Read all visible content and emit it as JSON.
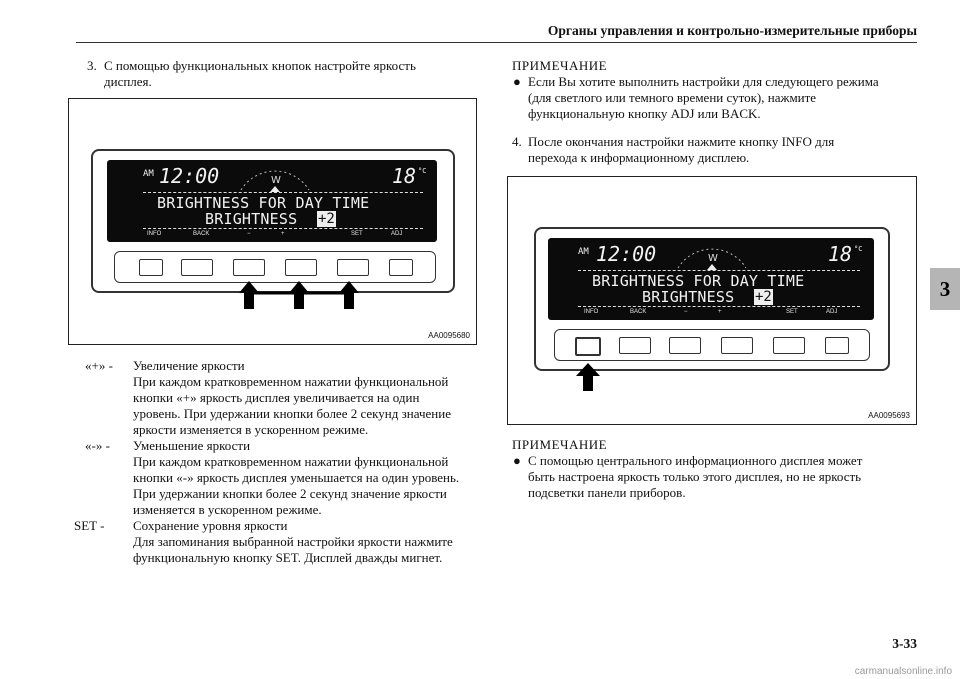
{
  "header": {
    "title": "Органы управления и контрольно-измерительные приборы"
  },
  "chapter_tab": "3",
  "left": {
    "step3_num": "3.",
    "step3_line1": "С помощью функциональных кнопок настройте яркость",
    "step3_line2": "дисплея.",
    "defs": [
      {
        "term": "«+» -",
        "lines": [
          "Увеличение яркости",
          "При каждом кратковременном нажатии функциональной",
          "кнопки «+» яркость дисплея увеличивается на один",
          "уровень. При удержании кнопки более 2 секунд значение",
          "яркости изменяется в ускоренном режиме."
        ]
      },
      {
        "term": "«-» -",
        "lines": [
          "Уменьшение яркости",
          "При каждом кратковременном нажатии функциональной",
          "кнопки «-» яркость дисплея уменьшается на один уровень.",
          "При удержании кнопки более 2 секунд значение яркости",
          "изменяется в ускоренном режиме."
        ]
      },
      {
        "term": "SET -",
        "lines": [
          "Сохранение уровня яркости",
          "Для запоминания выбранной настройки яркости нажмите",
          "функциональную кнопку SET. Дисплей дважды мигнет."
        ]
      }
    ]
  },
  "figure1": {
    "id": "AA0095680"
  },
  "figure2": {
    "id": "AA0095693"
  },
  "lcd": {
    "am": "AM",
    "time": "12:00",
    "temp": "18",
    "unit": "°C",
    "line1": "BRIGHTNESS FOR DAY TIME",
    "line2": "BRIGHTNESS",
    "value": "+2",
    "labels": [
      "INFO",
      "BACK",
      "−",
      "+",
      "SET",
      "ADJ"
    ]
  },
  "right": {
    "note1_title": "ПРИМЕЧАНИЕ",
    "note1_lines": [
      "Если Вы хотите выполнить настройки для следующего режима",
      "(для светлого или темного времени суток), нажмите",
      "функциональную кнопку ADJ или BACK."
    ],
    "step4_num": "4.",
    "step4_line1": "После окончания настройки нажмите кнопку INFO для",
    "step4_line2": "перехода к информационному дисплею.",
    "note2_title": "ПРИМЕЧАНИЕ",
    "note2_lines": [
      "С помощью центрального информационного дисплея может",
      "быть настроена яркость только этого дисплея, но не яркость",
      "подсветки панели приборов."
    ]
  },
  "page_number": "3-33",
  "watermark": "carmanualsonline.info"
}
